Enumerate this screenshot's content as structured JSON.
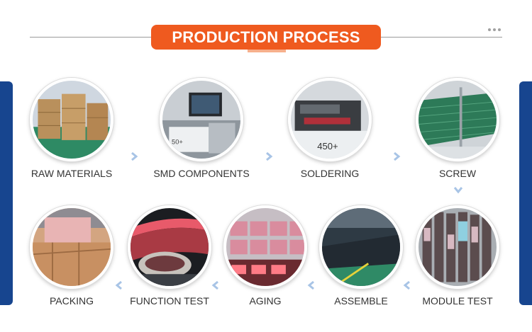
{
  "header": {
    "title": "PRODUCTION PROCESS",
    "accent_color": "#ef5a1f",
    "sidebar_color": "#17458f"
  },
  "steps": [
    {
      "label": "RAW MATERIALS",
      "icon": "boxes-warehouse-photo"
    },
    {
      "label": "SMD COMPONENTS",
      "icon": "smt-machine-photo"
    },
    {
      "label": "SOLDERING",
      "icon": "soldering-machine-photo"
    },
    {
      "label": "SCREW",
      "icon": "led-board-photo"
    },
    {
      "label": "MODULE TEST",
      "icon": "module-rack-photo"
    },
    {
      "label": "ASSEMBLE",
      "icon": "assembly-floor-photo"
    },
    {
      "label": "AGING",
      "icon": "aging-rack-photo"
    },
    {
      "label": "FUNCTION TEST",
      "icon": "curved-screen-photo"
    },
    {
      "label": "PACKING",
      "icon": "wooden-crates-photo"
    }
  ],
  "arrow_icon": "chevron-arrow-icon"
}
